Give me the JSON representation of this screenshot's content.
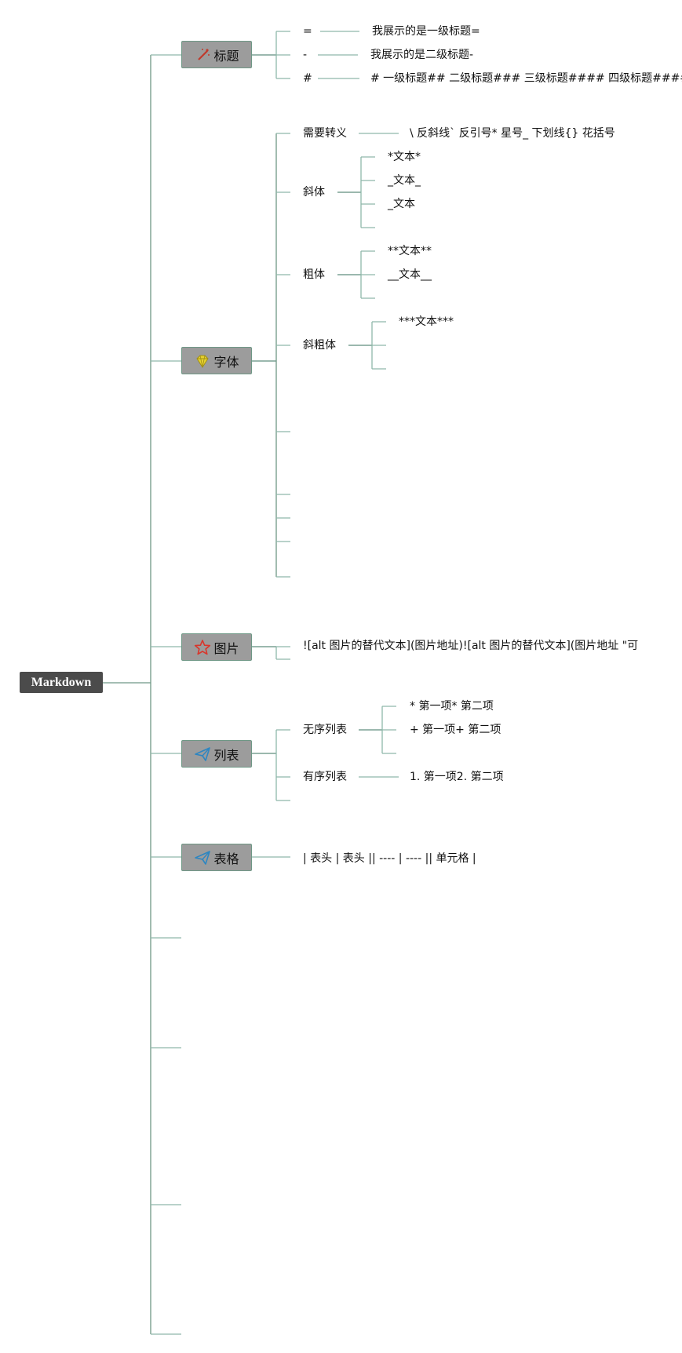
{
  "root": {
    "label": "Markdown"
  },
  "topics": {
    "heading": {
      "label": "标题",
      "icon": "magic-wand-icon"
    },
    "font": {
      "label": "字体",
      "icon": "diamond-icon"
    },
    "image": {
      "label": "图片",
      "icon": "star-icon"
    },
    "list": {
      "label": "列表",
      "icon": "paper-plane-icon"
    },
    "table": {
      "label": "表格",
      "icon": "paper-plane-icon"
    }
  },
  "heading": {
    "items": [
      {
        "key": "=",
        "value": "我展示的是一级标题="
      },
      {
        "key": "-",
        "value": "我展示的是二级标题-"
      },
      {
        "key": "#",
        "value": "# 一级标题## 二级标题### 三级标题#### 四级标题####"
      }
    ]
  },
  "font": {
    "escape": {
      "label": "需要转义",
      "value": "\\ 反斜线` 反引号* 星号_ 下划线{} 花括号"
    },
    "italic": {
      "label": "斜体",
      "items": [
        "*文本*",
        "_文本_",
        "_文本"
      ]
    },
    "bold": {
      "label": "粗体",
      "items": [
        "**文本**",
        "__文本__"
      ]
    },
    "bolditalic": {
      "label": "斜粗体",
      "items": [
        "***文本***"
      ]
    }
  },
  "image": {
    "value": "![alt 图片的替代文本](图片地址)![alt 图片的替代文本](图片地址 \"可"
  },
  "list": {
    "unordered": {
      "label": "无序列表",
      "items": [
        "* 第一项* 第二项",
        "+ 第一项+ 第二项"
      ]
    },
    "ordered": {
      "label": "有序列表",
      "value": "1. 第一项2. 第二项"
    }
  },
  "table": {
    "value": "| 表头 | 表头 || ---- | ---- || 单元格 |"
  },
  "colors": {
    "line": "#8fb8aa",
    "line_dark": "#5f8d7d",
    "topic_bg": "#9c9c9c",
    "root_bg": "#4b4b4b"
  }
}
